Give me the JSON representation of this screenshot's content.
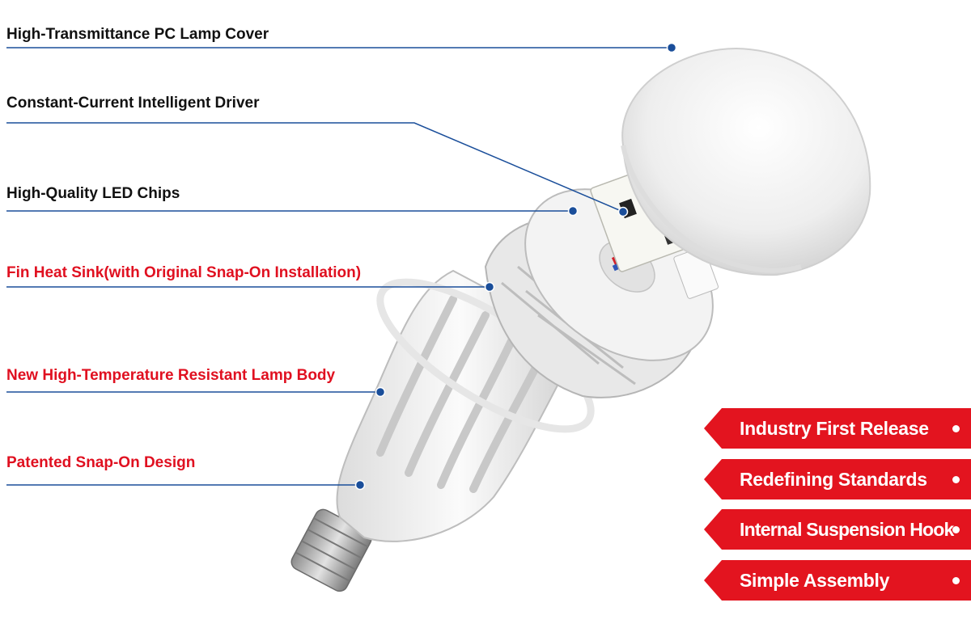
{
  "callouts": [
    {
      "text": "High-Transmittance PC Lamp Cover",
      "color": "#111111"
    },
    {
      "text": "Constant-Current Intelligent Driver",
      "color": "#111111"
    },
    {
      "text": "High-Quality LED Chips",
      "color": "#111111"
    },
    {
      "text": "Fin Heat Sink(with Original Snap-On Installation)",
      "color": "#e01020"
    },
    {
      "text": "New High-Temperature Resistant Lamp Body",
      "color": "#e01020"
    },
    {
      "text": "Patented Snap-On Design",
      "color": "#e01020"
    }
  ],
  "badges": [
    {
      "text": "Industry First Release"
    },
    {
      "text": "Redefining Standards"
    },
    {
      "text": "Internal Suspension Hook"
    },
    {
      "text": "Simple Assembly"
    }
  ],
  "colors": {
    "leader_line": "#1a4e9a",
    "badge_red": "#e3141f",
    "callout_dark": "#111111",
    "callout_red": "#e01020"
  }
}
